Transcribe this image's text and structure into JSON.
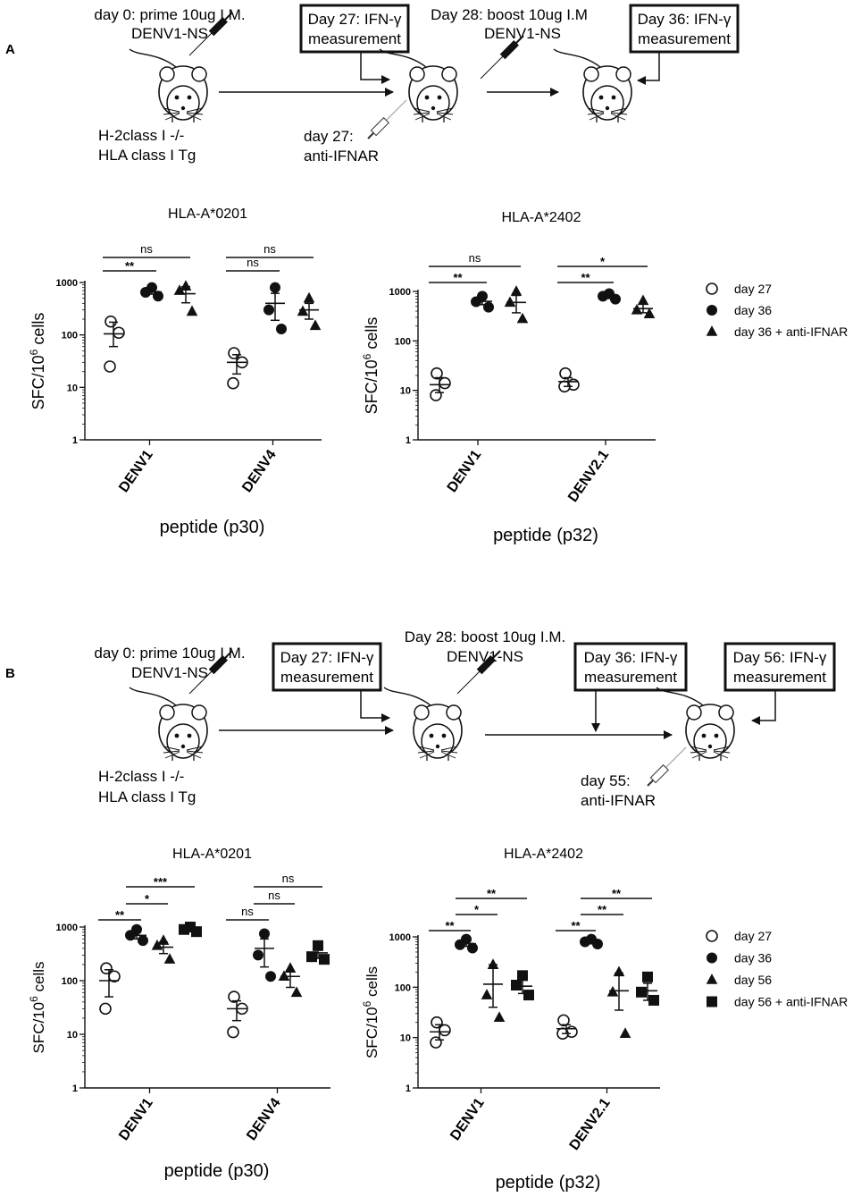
{
  "panel_a": {
    "label": "A",
    "timeline": {
      "prime_text": [
        "day 0: prime 10ug I.M.",
        "DENV1-NS"
      ],
      "strain_text": [
        "H-2class I -/-",
        "HLA class I Tg"
      ],
      "box1": [
        "Day 27: IFN-γ",
        "measurement"
      ],
      "boost_text": [
        "Day 28: boost 10ug I.M",
        "DENV1-NS"
      ],
      "box2": [
        "Day 36: IFN-γ",
        "measurement"
      ],
      "ifnar_text": [
        "day 27:",
        "anti-IFNAR"
      ]
    },
    "legend": [
      "day 27",
      "day 36",
      "day 36 + anti-IFNAR"
    ]
  },
  "panel_b": {
    "label": "B",
    "timeline": {
      "prime_text": [
        "day 0: prime 10ug I.M.",
        "DENV1-NS"
      ],
      "strain_text": [
        "H-2class I -/-",
        "HLA class I Tg"
      ],
      "box1": [
        "Day 27: IFN-γ",
        "measurement"
      ],
      "boost_text": [
        "Day 28: boost 10ug I.M.",
        "DENV1-NS"
      ],
      "box2": [
        "Day 36: IFN-γ",
        "measurement"
      ],
      "box3": [
        "Day 56: IFN-γ",
        "measurement"
      ],
      "ifnar_text": [
        "day 55:",
        "anti-IFNAR"
      ]
    },
    "legend": [
      "day 27",
      "day 36",
      "day 56",
      "day 56 + anti-IFNAR"
    ]
  },
  "chart_data": [
    {
      "panel": "A",
      "type": "scatter",
      "yscale": "log",
      "ylim": [
        1,
        1000
      ],
      "title": "HLA-A*0201",
      "xlabel": "peptide (p30)",
      "ylabel": "SFC/10^6 cells",
      "yticks": [
        "1",
        "10",
        "100",
        "1000"
      ],
      "categories": [
        "DENV1",
        "DENV4"
      ],
      "groups": [
        {
          "category": "DENV1",
          "series": [
            {
              "legend": "day 27",
              "points": [
                180,
                110,
                25
              ],
              "mean": 105,
              "sem": [
                60,
                175
              ]
            },
            {
              "legend": "day 36",
              "points": [
                800,
                650,
                550
              ],
              "mean": 660,
              "sem": [
                600,
                730
              ]
            },
            {
              "legend": "day 36 + anti-IFNAR",
              "points": [
                850,
                700,
                280
              ],
              "mean": 610,
              "sem": [
                410,
                830
              ]
            }
          ]
        },
        {
          "category": "DENV4",
          "series": [
            {
              "legend": "day 27",
              "points": [
                45,
                30,
                12
              ],
              "mean": 30,
              "sem": [
                18,
                42
              ]
            },
            {
              "legend": "day 36",
              "points": [
                800,
                300,
                130
              ],
              "mean": 400,
              "sem": [
                190,
                620
              ]
            },
            {
              "legend": "day 36 + anti-IFNAR",
              "points": [
                500,
                280,
                150
              ],
              "mean": 300,
              "sem": [
                200,
                400
              ]
            }
          ]
        }
      ],
      "significance": [
        {
          "category": "DENV1",
          "from": 0,
          "to": 1,
          "label": "**",
          "level": 0
        },
        {
          "category": "DENV1",
          "from": 0,
          "to": 2,
          "label": "ns",
          "level": 1
        },
        {
          "category": "DENV4",
          "from": 0,
          "to": 1,
          "label": "ns",
          "level": 0
        },
        {
          "category": "DENV4",
          "from": 0,
          "to": 2,
          "label": "ns",
          "level": 1
        }
      ]
    },
    {
      "panel": "A",
      "type": "scatter",
      "yscale": "log",
      "ylim": [
        1,
        1000
      ],
      "title": "HLA-A*2402",
      "xlabel": "peptide (p32)",
      "ylabel": "SFC/10^6 cells",
      "yticks": [
        "1",
        "10",
        "100",
        "1000"
      ],
      "categories": [
        "DENV1",
        "DENV2.1"
      ],
      "groups": [
        {
          "category": "DENV1",
          "series": [
            {
              "legend": "day 27",
              "points": [
                22,
                14,
                8
              ],
              "mean": 13,
              "sem": [
                9,
                18
              ]
            },
            {
              "legend": "day 36",
              "points": [
                800,
                620,
                480
              ],
              "mean": 630,
              "sem": [
                540,
                720
              ]
            },
            {
              "legend": "day 36 + anti-IFNAR",
              "points": [
                1000,
                600,
                280
              ],
              "mean": 600,
              "sem": [
                370,
                830
              ]
            }
          ]
        },
        {
          "category": "DENV2.1",
          "series": [
            {
              "legend": "day 27",
              "points": [
                22,
                13,
                12
              ],
              "mean": 15,
              "sem": [
                12,
                18
              ]
            },
            {
              "legend": "day 36",
              "points": [
                900,
                800,
                700
              ],
              "mean": 800,
              "sem": [
                720,
                870
              ]
            },
            {
              "legend": "day 36 + anti-IFNAR",
              "points": [
                650,
                420,
                350
              ],
              "mean": 450,
              "sem": [
                370,
                560
              ]
            }
          ]
        }
      ],
      "significance": [
        {
          "category": "DENV1",
          "from": 0,
          "to": 1,
          "label": "**",
          "level": 0
        },
        {
          "category": "DENV1",
          "from": 0,
          "to": 2,
          "label": "ns",
          "level": 1
        },
        {
          "category": "DENV2.1",
          "from": 0,
          "to": 1,
          "label": "**",
          "level": 0
        },
        {
          "category": "DENV2.1",
          "from": 0,
          "to": 2,
          "label": "*",
          "level": 1
        }
      ]
    },
    {
      "panel": "B",
      "type": "scatter",
      "yscale": "log",
      "ylim": [
        1,
        1000
      ],
      "title": "HLA-A*0201",
      "xlabel": "peptide (p30)",
      "ylabel": "SFC/10^6 cells",
      "yticks": [
        "1",
        "10",
        "100",
        "1000"
      ],
      "categories": [
        "DENV1",
        "DENV4"
      ],
      "groups": [
        {
          "category": "DENV1",
          "series": [
            {
              "legend": "day 27",
              "points": [
                170,
                120,
                30
              ],
              "mean": 100,
              "sem": [
                50,
                160
              ]
            },
            {
              "legend": "day 36",
              "points": [
                900,
                700,
                560
              ],
              "mean": 700,
              "sem": [
                600,
                800
              ]
            },
            {
              "legend": "day 56",
              "points": [
                560,
                450,
                250
              ],
              "mean": 420,
              "sem": [
                320,
                520
              ]
            },
            {
              "legend": "day 56 + anti-IFNAR",
              "points": [
                1000,
                900,
                820
              ],
              "mean": 900,
              "sem": [
                830,
                970
              ]
            }
          ]
        },
        {
          "category": "DENV4",
          "series": [
            {
              "legend": "day 27",
              "points": [
                50,
                30,
                11
              ],
              "mean": 30,
              "sem": [
                18,
                42
              ]
            },
            {
              "legend": "day 36",
              "points": [
                750,
                300,
                120
              ],
              "mean": 400,
              "sem": [
                180,
                600
              ]
            },
            {
              "legend": "day 56",
              "points": [
                170,
                120,
                60
              ],
              "mean": 120,
              "sem": [
                75,
                155
              ]
            },
            {
              "legend": "day 56 + anti-IFNAR",
              "points": [
                450,
                280,
                250
              ],
              "mean": 330,
              "sem": [
                260,
                400
              ]
            }
          ]
        }
      ],
      "significance": [
        {
          "category": "DENV1",
          "from": 0,
          "to": 1,
          "label": "**",
          "level": 0
        },
        {
          "category": "DENV1",
          "from": 1,
          "to": 2,
          "label": "*",
          "level": 1
        },
        {
          "category": "DENV1",
          "from": 1,
          "to": 3,
          "label": "***",
          "level": 2
        },
        {
          "category": "DENV4",
          "from": 0,
          "to": 1,
          "label": "ns",
          "level": 0
        },
        {
          "category": "DENV4",
          "from": 1,
          "to": 2,
          "label": "ns",
          "level": 1
        },
        {
          "category": "DENV4",
          "from": 1,
          "to": 3,
          "label": "ns",
          "level": 2
        }
      ]
    },
    {
      "panel": "B",
      "type": "scatter",
      "yscale": "log",
      "ylim": [
        1,
        1000
      ],
      "title": "HLA-A*2402",
      "xlabel": "peptide (p32)",
      "ylabel": "SFC/10^6 cells",
      "yticks": [
        "1",
        "10",
        "100",
        "1000"
      ],
      "categories": [
        "DENV1",
        "DENV2.1"
      ],
      "groups": [
        {
          "category": "DENV1",
          "series": [
            {
              "legend": "day 27",
              "points": [
                20,
                14,
                8
              ],
              "mean": 13,
              "sem": [
                9,
                18
              ]
            },
            {
              "legend": "day 36",
              "points": [
                900,
                700,
                600
              ],
              "mean": 730,
              "sem": [
                650,
                820
              ]
            },
            {
              "legend": "day 56",
              "points": [
                280,
                70,
                25
              ],
              "mean": 115,
              "sem": [
                40,
                280
              ]
            },
            {
              "legend": "day 56 + anti-IFNAR",
              "points": [
                170,
                110,
                70
              ],
              "mean": 105,
              "sem": [
                75,
                150
              ]
            }
          ]
        },
        {
          "category": "DENV2.1",
          "series": [
            {
              "legend": "day 27",
              "points": [
                22,
                13,
                12
              ],
              "mean": 15,
              "sem": [
                12,
                18
              ]
            },
            {
              "legend": "day 36",
              "points": [
                900,
                800,
                720
              ],
              "mean": 800,
              "sem": [
                740,
                860
              ]
            },
            {
              "legend": "day 56",
              "points": [
                200,
                80,
                12
              ],
              "mean": 85,
              "sem": [
                35,
                190
              ]
            },
            {
              "legend": "day 56 + anti-IFNAR",
              "points": [
                160,
                80,
                55
              ],
              "mean": 85,
              "sem": [
                55,
                120
              ]
            }
          ]
        }
      ],
      "significance": [
        {
          "category": "DENV1",
          "from": 0,
          "to": 1,
          "label": "**",
          "level": 0
        },
        {
          "category": "DENV1",
          "from": 1,
          "to": 2,
          "label": "*",
          "level": 1
        },
        {
          "category": "DENV1",
          "from": 1,
          "to": 3,
          "label": "**",
          "level": 2
        },
        {
          "category": "DENV2.1",
          "from": 0,
          "to": 1,
          "label": "**",
          "level": 0
        },
        {
          "category": "DENV2.1",
          "from": 1,
          "to": 2,
          "label": "**",
          "level": 1
        },
        {
          "category": "DENV2.1",
          "from": 1,
          "to": 3,
          "label": "**",
          "level": 2
        }
      ]
    }
  ]
}
